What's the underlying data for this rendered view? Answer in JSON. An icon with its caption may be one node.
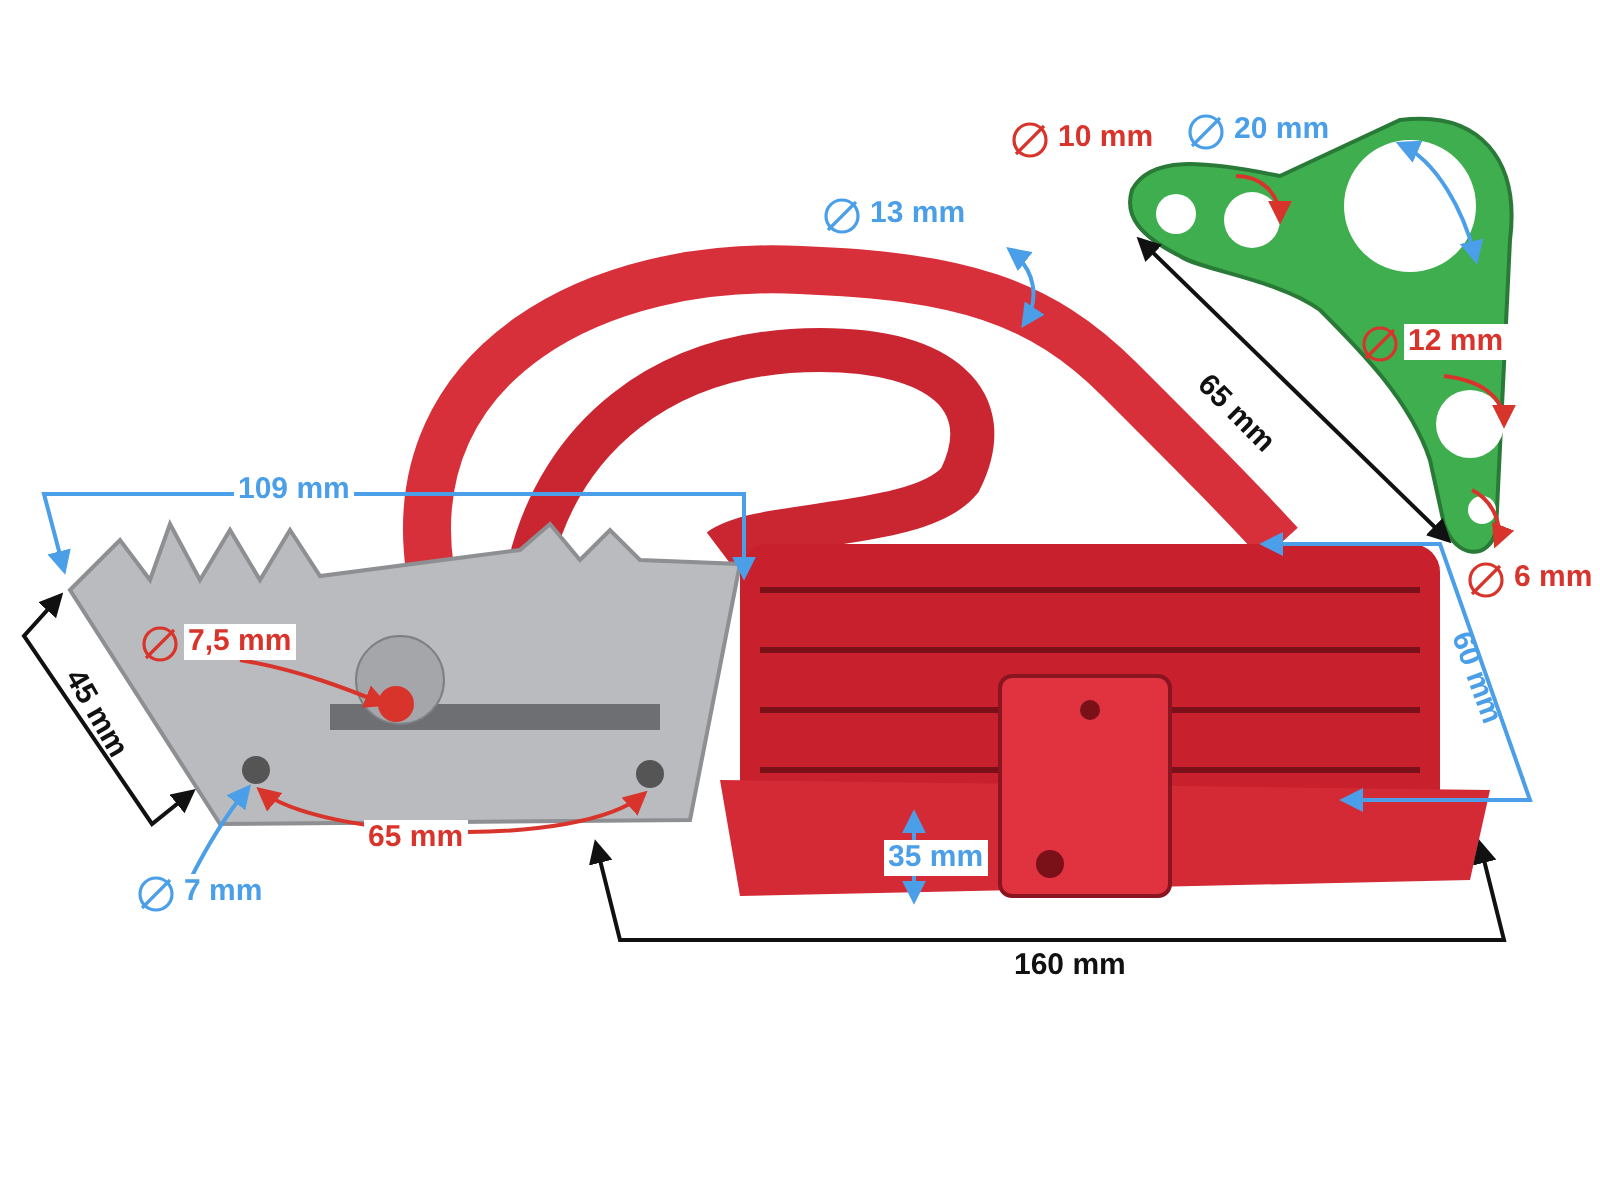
{
  "diagram": {
    "labels": [
      "20 mm",
      "10 mm",
      "13 mm",
      "12 mm",
      "65 mm",
      "109 mm",
      "6 mm",
      "7,5 mm",
      "60 mm",
      "45 mm",
      "65 mm",
      "35 mm",
      "7 mm",
      "160 mm"
    ]
  }
}
